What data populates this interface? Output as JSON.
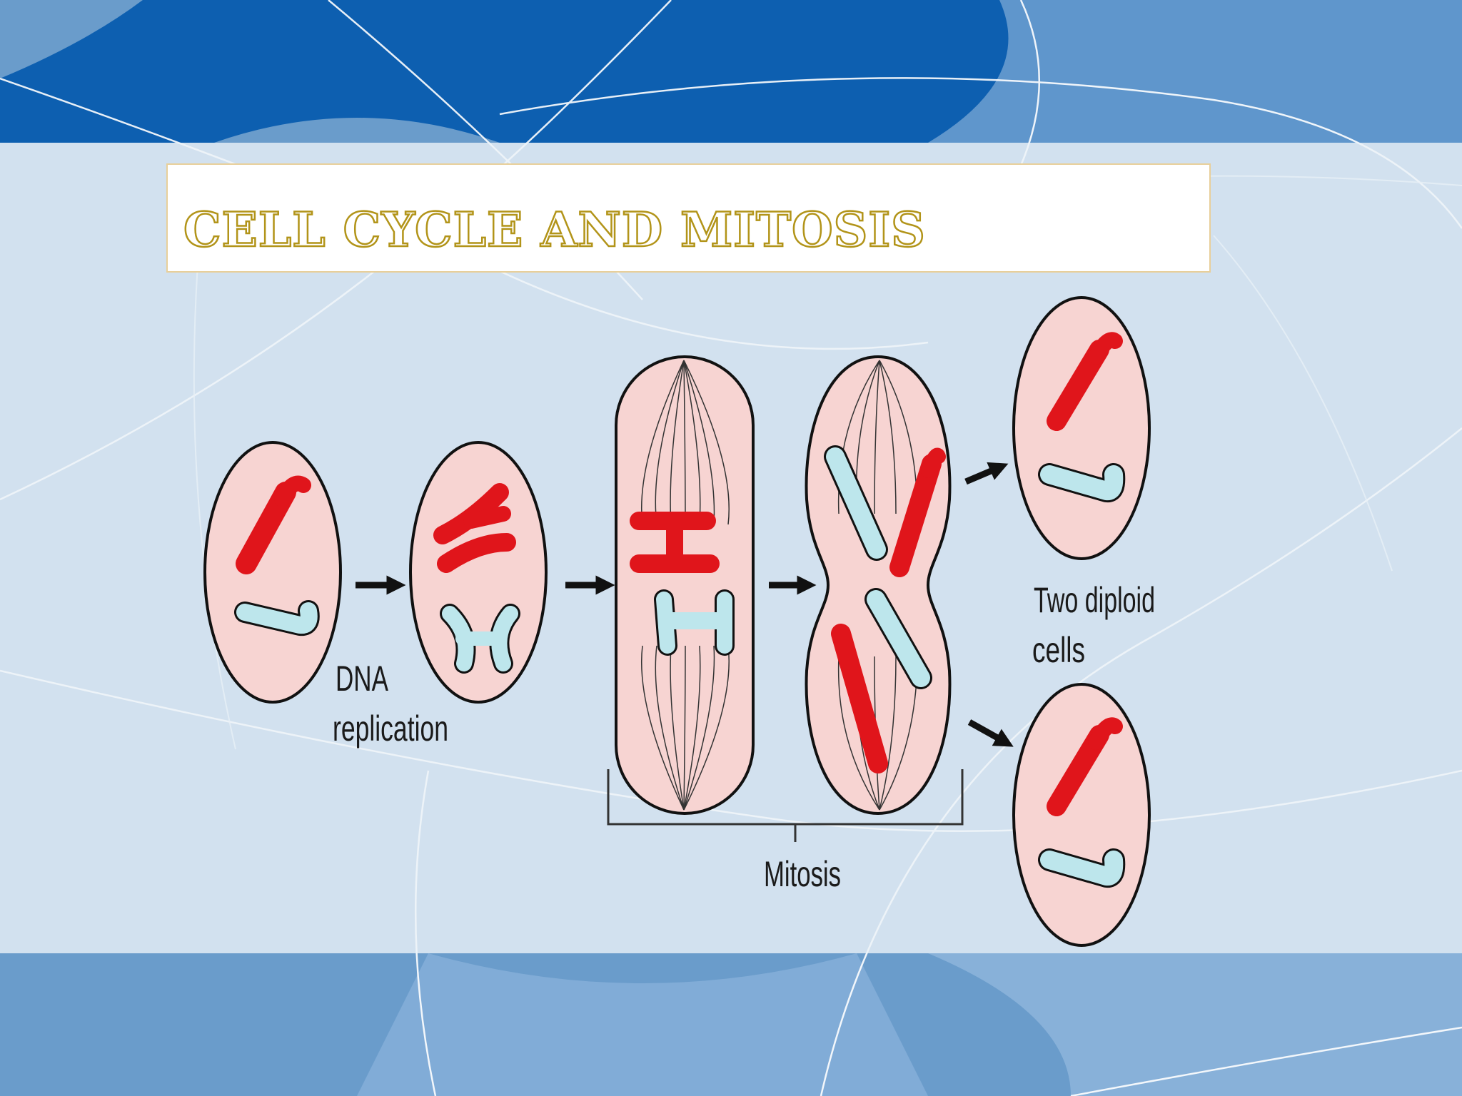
{
  "slide": {
    "title": "CELL CYCLE AND MITOSIS"
  },
  "diagram": {
    "labels": {
      "dna_line1": "DNA",
      "dna_line2": "replication",
      "mitosis": "Mitosis",
      "daughters_line1": "Two diploid",
      "daughters_line2": "cells"
    }
  },
  "colors": {
    "cell_fill": "#f7d4d2",
    "chromosome_red": "#e0151b",
    "chromosome_blue": "#bde6ec",
    "title_text": "#b29419",
    "banner_blue": "#0d5fb0"
  }
}
